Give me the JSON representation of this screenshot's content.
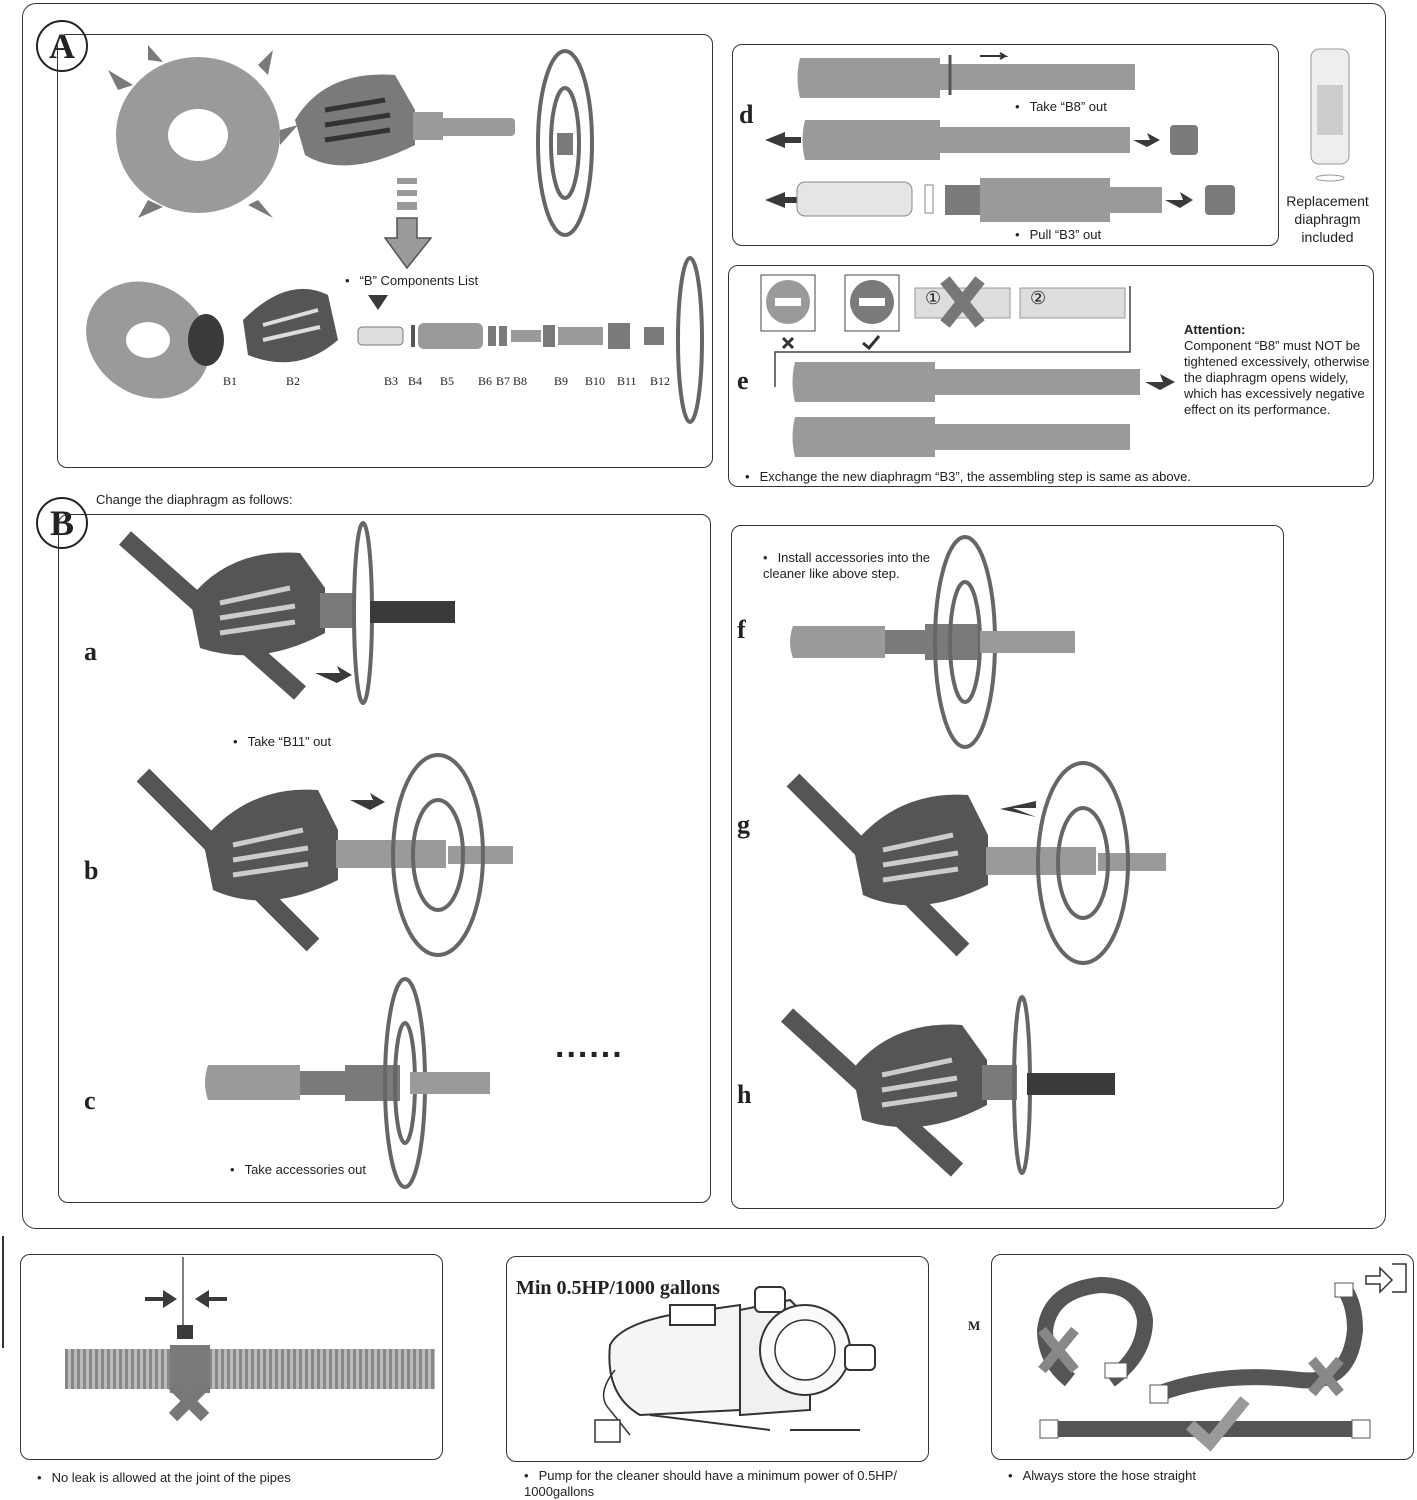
{
  "sections": {
    "a_letter": "A",
    "b_letter": "B"
  },
  "section_a": {
    "components_caption": "“B” Components List",
    "parts": [
      "B1",
      "B2",
      "B3",
      "B4",
      "B5",
      "B6",
      "B7",
      "B8",
      "B9",
      "B10",
      "B11",
      "B12"
    ]
  },
  "section_b": {
    "intro": "Change the diaphragm as follows:"
  },
  "steps": {
    "a": {
      "letter": "a",
      "caption": "Take “B11” out"
    },
    "b": {
      "letter": "b"
    },
    "c": {
      "letter": "c",
      "caption": "Take accessories out",
      "ellipsis": "......"
    },
    "d": {
      "letter": "d",
      "caption_top": "Take “B8” out",
      "caption_bottom": "Pull “B3” out"
    },
    "e": {
      "letter": "e",
      "caption": "Exchange the new diaphragm “B3”, the assembling step is same as above.",
      "num1": "①",
      "num2": "②"
    },
    "f": {
      "letter": "f",
      "caption": "Install accessories into the cleaner like above step."
    },
    "g": {
      "letter": "g"
    },
    "h": {
      "letter": "h"
    }
  },
  "replacement": {
    "line1": "Replacement",
    "line2": "diaphragm",
    "line3": "included"
  },
  "attention": {
    "title": "Attention:",
    "body": "Component “B8” must NOT be tightened excessively, otherwise the diaphragm opens widely, which has excessively negative effect on its performance."
  },
  "bottom": {
    "leak_caption": "No leak is allowed at the joint of the pipes",
    "pump_title": "Min 0.5HP/1000 gallons",
    "pump_caption": "Pump for the cleaner should have a minimum power of 0.5HP/ 1000gallons",
    "hose_caption": "Always store the hose straight",
    "hose_mark": "M"
  }
}
